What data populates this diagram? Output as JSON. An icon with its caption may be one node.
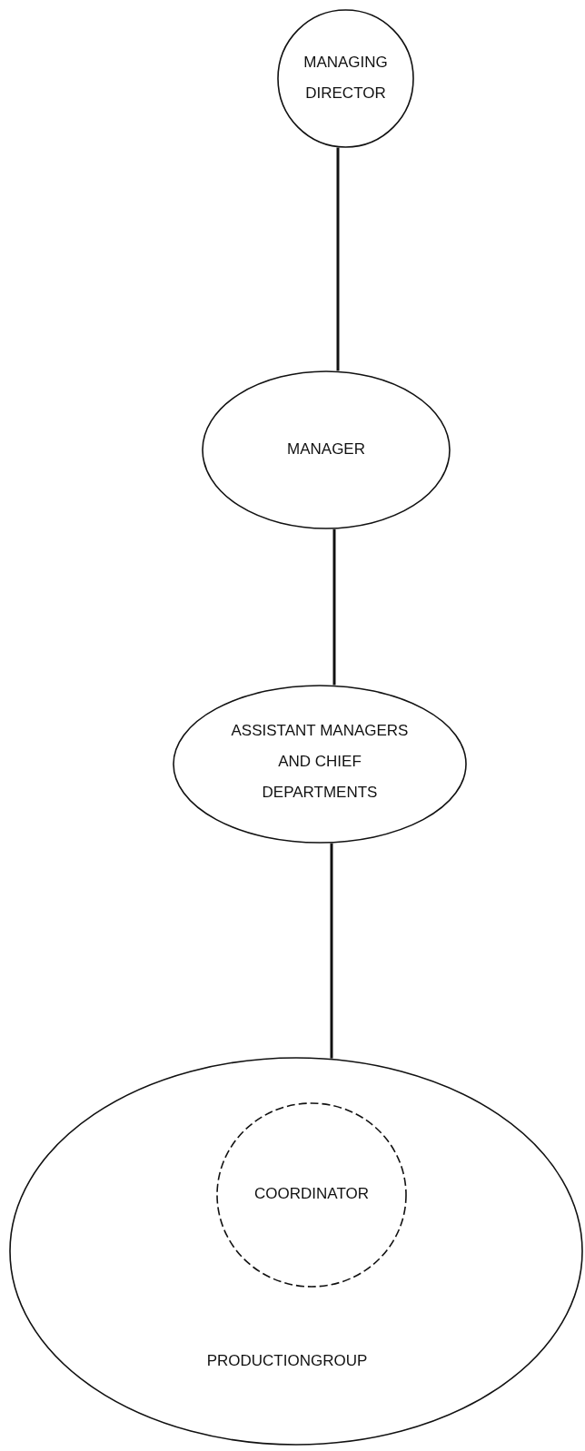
{
  "diagram": {
    "nodes": [
      {
        "text": [
          "MANAGING DIRECTOR"
        ]
      },
      {
        "text": [
          "MANAGER"
        ]
      },
      {
        "text": [
          "ASSISTANT MANAGERS AND CHIEF DEPARTMENTS"
        ]
      },
      {
        "text": [
          "PRODUCTIONGROUP"
        ]
      },
      {
        "text": [
          "COORDINATOR"
        ],
        "in": 3
      }
    ],
    "edges": [
      {
        "from": 0,
        "to": 1,
        "arrow": "none"
      },
      {
        "from": 1,
        "to": 2,
        "arrow": "none"
      },
      {
        "from": 2,
        "to": 3,
        "arrow": "none"
      }
    ]
  }
}
